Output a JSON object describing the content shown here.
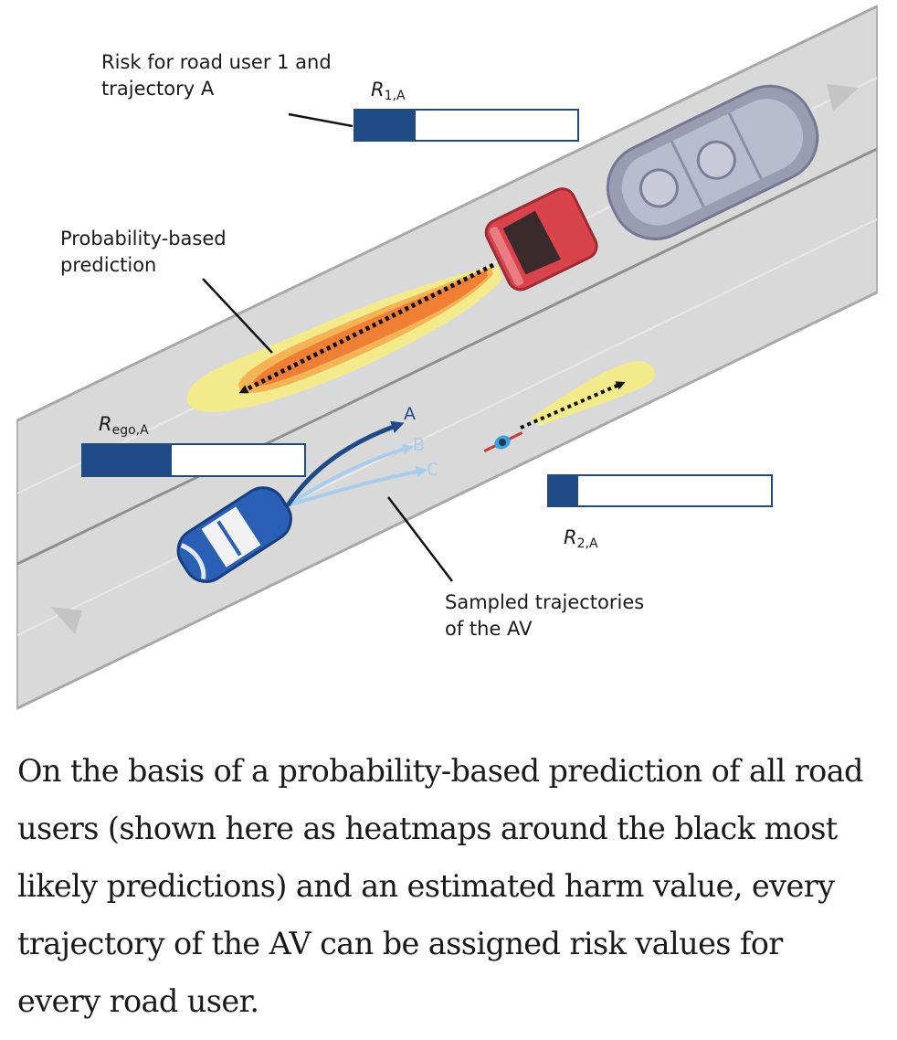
{
  "labels": {
    "risk_user1": "Risk for road user 1 and\ntrajectory A",
    "probability_prediction": "Probability-based\nprediction",
    "sampled_trajectories": "Sampled trajectories\nof the AV"
  },
  "risk_bars": {
    "r1a": {
      "symbol": "R",
      "subscript": "1,A",
      "level": 0.27
    },
    "rego": {
      "symbol": "R",
      "subscript": "ego,A",
      "level": 0.4
    },
    "r2a": {
      "symbol": "R",
      "subscript": "2,A",
      "level": 0.13
    }
  },
  "trajectories": {
    "a": "A",
    "b": "B",
    "c": "C"
  },
  "colors": {
    "road": "#d9d9d9",
    "road_edge": "#a9a9a9",
    "risk_bar": "#1f4a86",
    "ego_car": "#2a5fb5",
    "truck_cab": "#d8434c",
    "tanker": "#9a9cb2",
    "heatmap_outer": "#f2e98a",
    "heatmap_inner": "#f08a3a",
    "trajectory_a": "#1f4a86",
    "trajectory_bc": "#a9ccee"
  },
  "caption": "On the basis of a probability-based prediction of all road users (shown here as heatmaps around the black most likely predictions) and an estimated harm value, every trajectory of the AV can be assigned risk values for every road user."
}
